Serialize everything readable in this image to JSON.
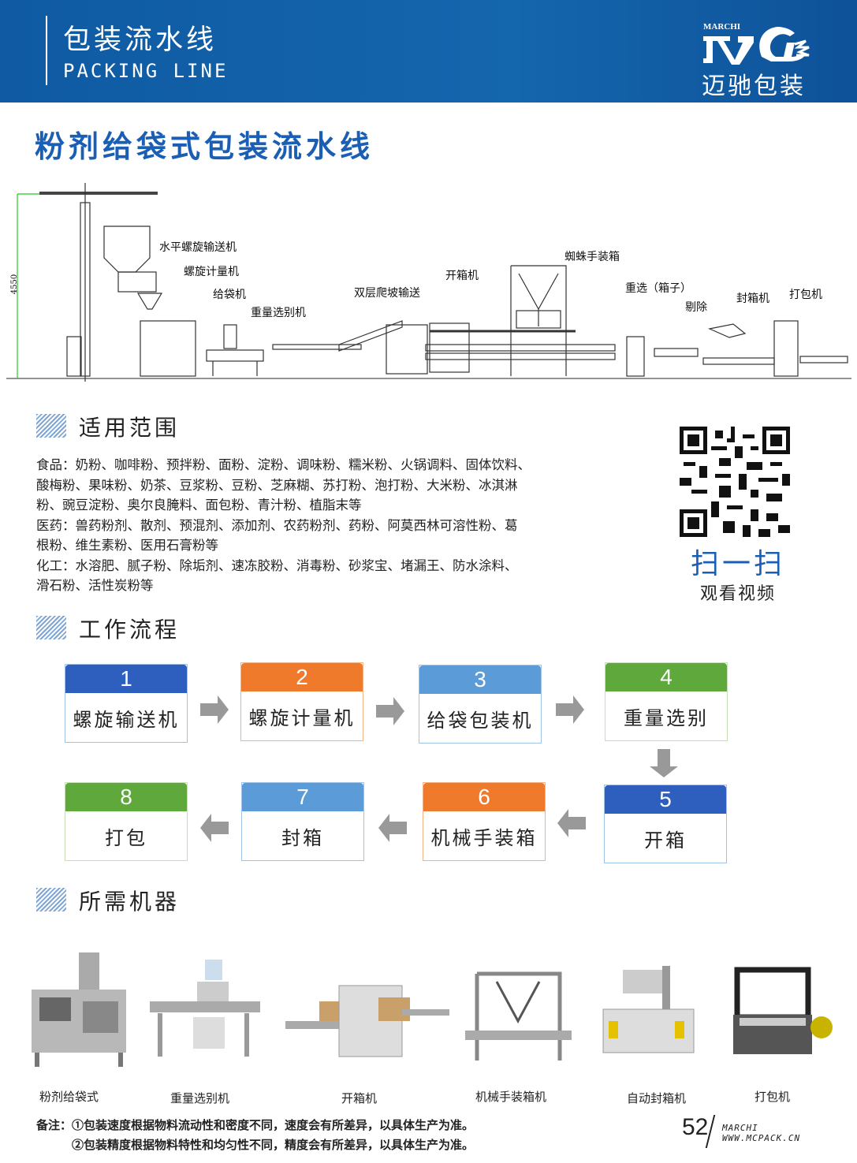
{
  "header": {
    "title_cn": "包装流水线",
    "title_en": "PACKING LINE",
    "logo_en": "MARCHI",
    "logo_cn": "迈驰包装"
  },
  "page_title": "粉剂给袋式包装流水线",
  "diagram": {
    "dimension": "4550",
    "labels": [
      "水平螺旋输送机",
      "螺旋计量机",
      "给袋机",
      "重量选别机",
      "双层爬坡输送",
      "开箱机",
      "蜘蛛手装箱",
      "重选（箱子）",
      "剔除",
      "封箱机",
      "打包机"
    ]
  },
  "sections": {
    "scope": "适用范围",
    "process": "工作流程",
    "machines": "所需机器"
  },
  "scope": {
    "lines": [
      "食品：奶粉、咖啡粉、预拌粉、面粉、淀粉、调味粉、糯米粉、火锅调料、固体饮料、",
      "酸梅粉、果味粉、奶茶、豆浆粉、豆粉、芝麻糊、苏打粉、泡打粉、大米粉、冰淇淋",
      "粉、豌豆淀粉、奥尔良腌料、面包粉、青汁粉、植脂末等",
      "医药：兽药粉剂、散剂、预混剂、添加剂、农药粉剂、药粉、阿莫西林可溶性粉、葛",
      "根粉、维生素粉、医用石膏粉等",
      "化工：水溶肥、腻子粉、除垢剂、速冻胶粉、消毒粉、砂浆宝、堵漏王、防水涂料、",
      "滑石粉、活性炭粉等"
    ]
  },
  "qr": {
    "scan": "扫一扫",
    "watch": "观看视频"
  },
  "steps": [
    {
      "num": "1",
      "name": "螺旋输送机",
      "color": "#2e5fbe"
    },
    {
      "num": "2",
      "name": "螺旋计量机",
      "color": "#ef7a2c"
    },
    {
      "num": "3",
      "name": "给袋包装机",
      "color": "#5b9bd8"
    },
    {
      "num": "4",
      "name": "重量选别",
      "color": "#5ea83c"
    },
    {
      "num": "5",
      "name": "开箱",
      "color": "#2e5fbe"
    },
    {
      "num": "6",
      "name": "机械手装箱",
      "color": "#ef7a2c"
    },
    {
      "num": "7",
      "name": "封箱",
      "color": "#5b9bd8"
    },
    {
      "num": "8",
      "name": "打包",
      "color": "#5ea83c"
    }
  ],
  "machines": [
    "粉剂给袋式",
    "重量选别机",
    "开箱机",
    "机械手装箱机",
    "自动封箱机",
    "打包机"
  ],
  "notes": [
    "备注：①包装速度根据物料流动性和密度不同，速度会有所差异，以具体生产为准。",
    "②包装精度根据物料特性和均匀性不同，精度会有所差异，以具体生产为准。"
  ],
  "footer": {
    "page": "52",
    "brand": "MARCHI",
    "site": "WWW.MCPACK.CN"
  }
}
